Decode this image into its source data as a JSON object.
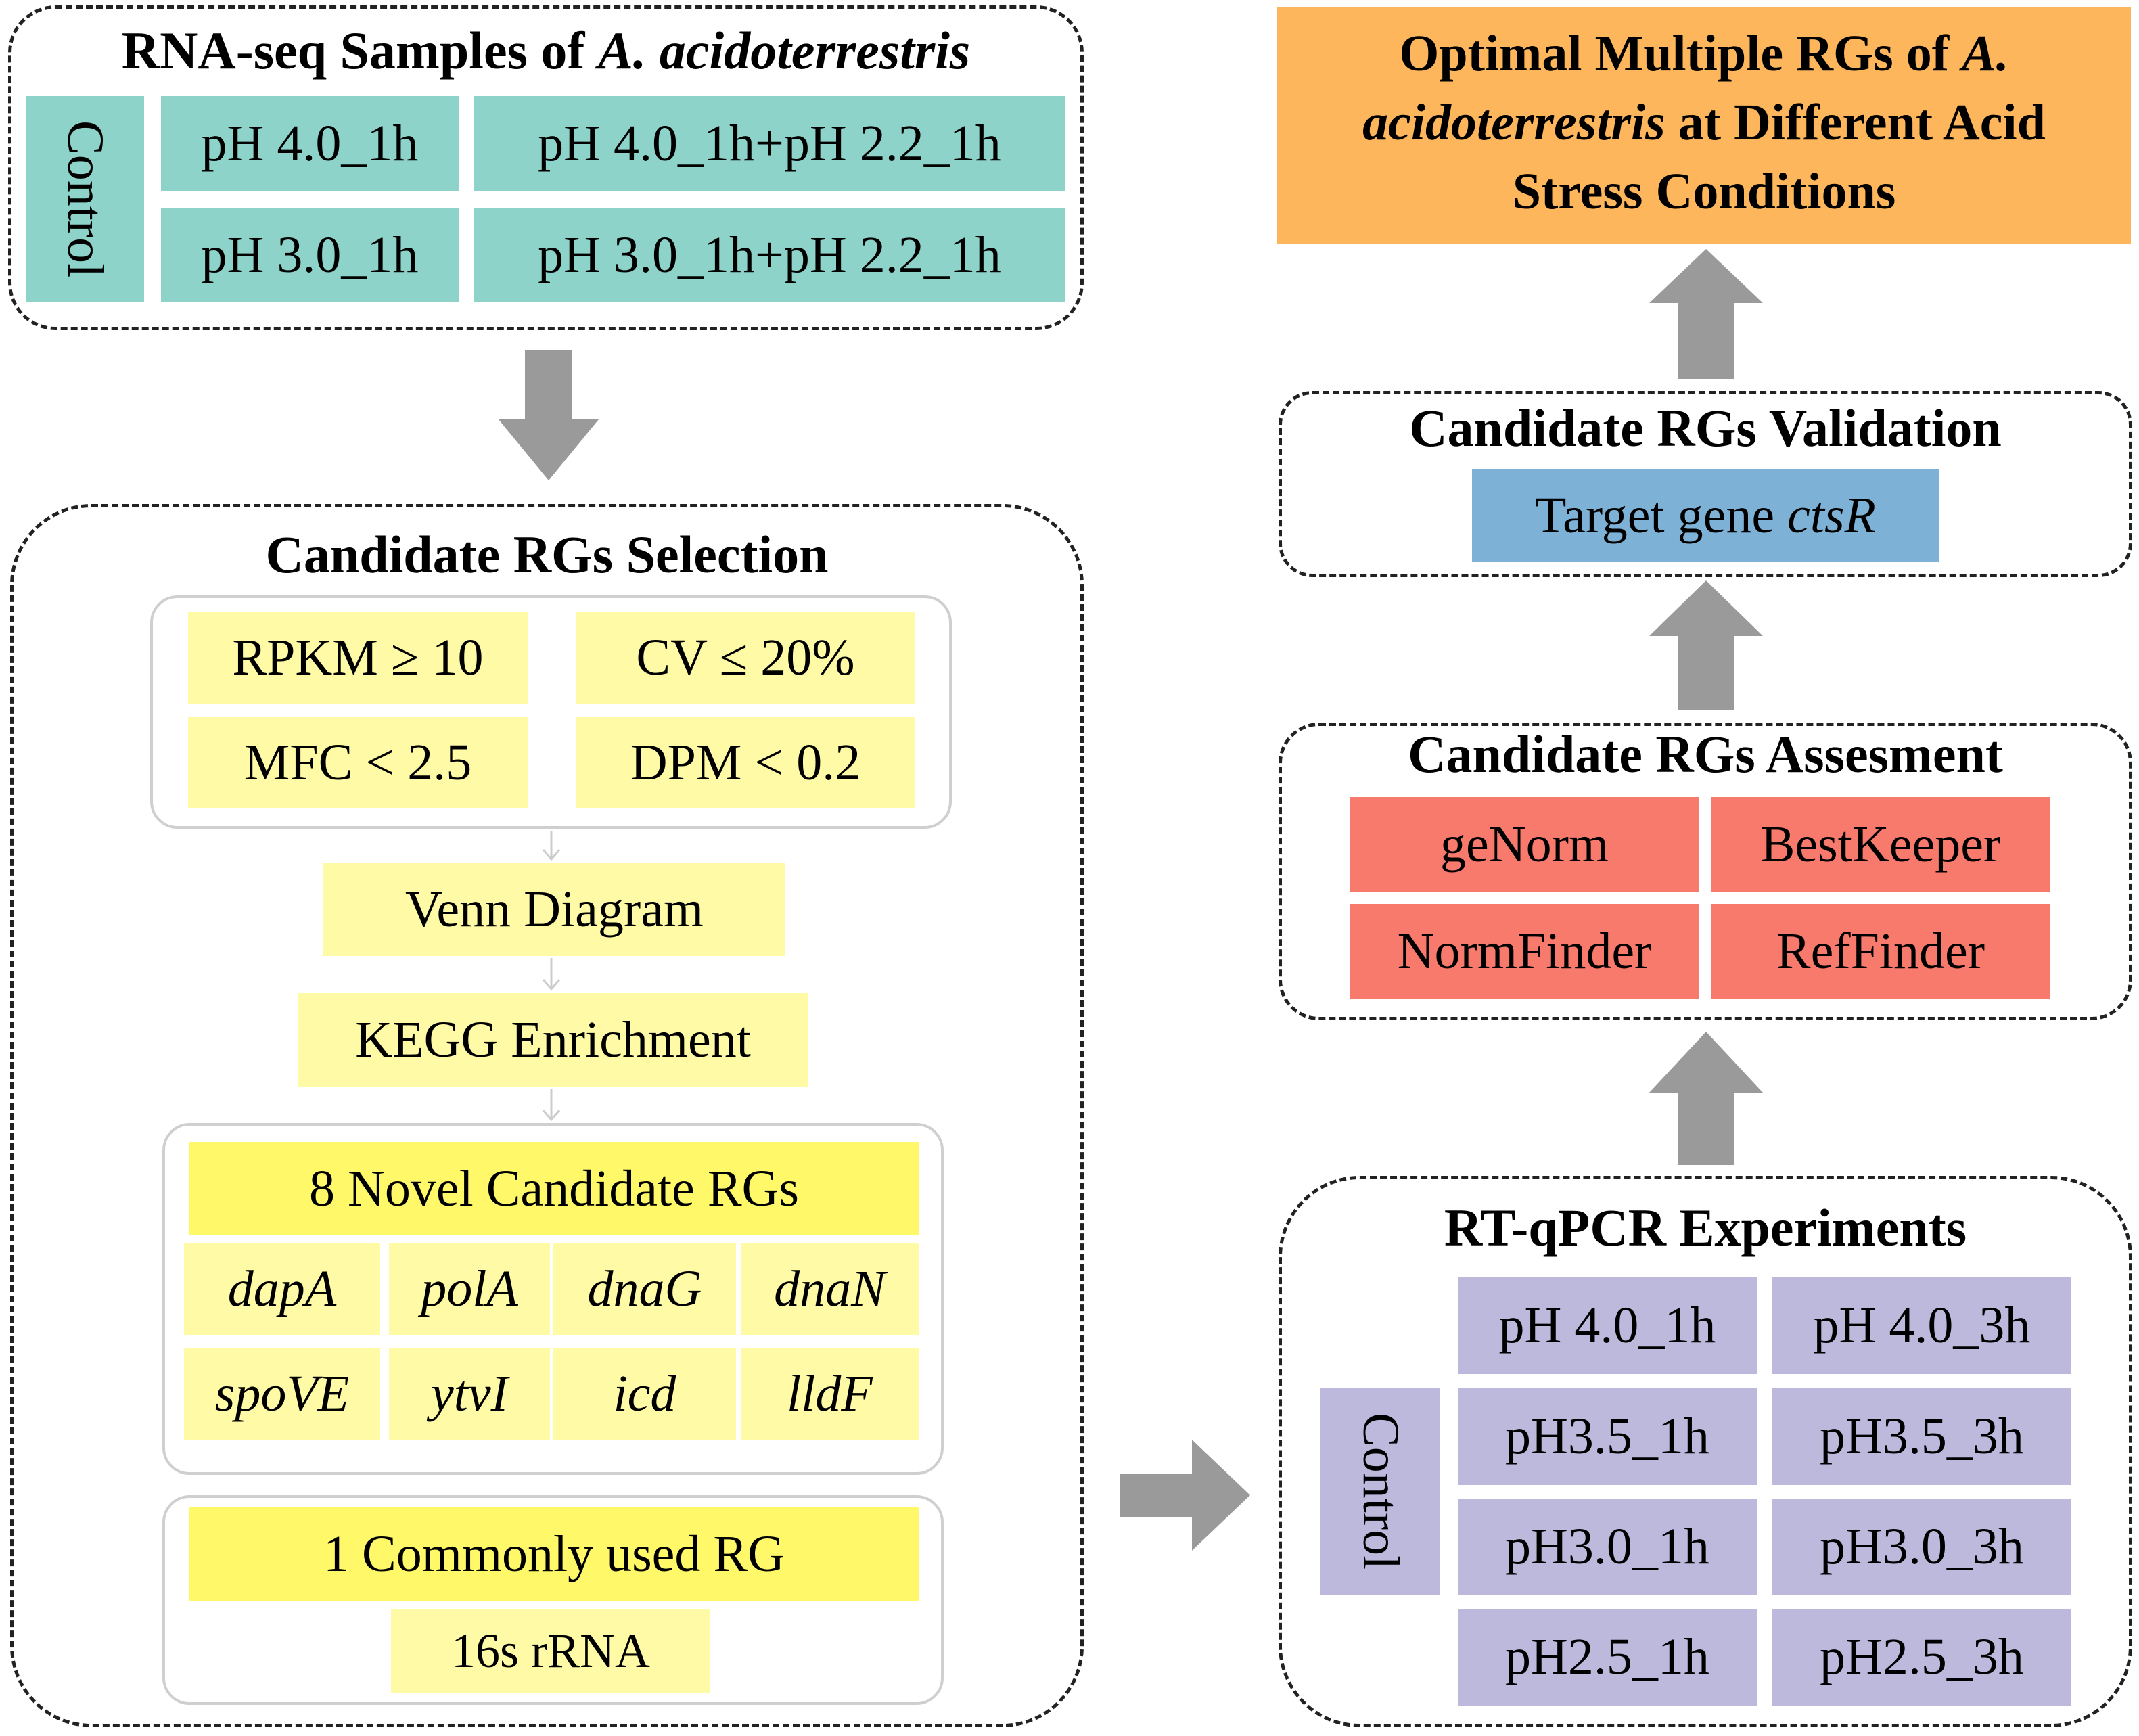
{
  "rnaseq": {
    "title_main": "RNA-seq Samples of ",
    "title_species": "A. acidoterrestris",
    "control": "Control",
    "samples": [
      "pH 4.0_1h",
      "pH 4.0_1h+pH 2.2_1h",
      "pH 3.0_1h",
      "pH 3.0_1h+pH 2.2_1h"
    ]
  },
  "selection": {
    "title": "Candidate RGs Selection",
    "criteria": [
      "RPKM ≥ 10",
      "CV ≤ 20%",
      "MFC < 2.5",
      "DPM < 0.2"
    ],
    "venn": "Venn Diagram",
    "kegg": "KEGG Enrichment",
    "novel_title": "8 Novel Candidate RGs",
    "novel_genes": [
      "dapA",
      "polA",
      "dnaG",
      "dnaN",
      "spoVE",
      "ytvI",
      "icd",
      "lldF"
    ],
    "common_title": "1 Commonly used RG",
    "common_gene": "16s rRNA"
  },
  "optimal": {
    "line1_a": "Optimal Multiple RGs of ",
    "line1_b": "A.",
    "line2_a": "acidoterrestris",
    "line2_b": " at Different Acid",
    "line3": "Stress Conditions"
  },
  "validation": {
    "title": "Candidate RGs Validation",
    "target_prefix": "Target gene ",
    "target_gene": "ctsR"
  },
  "assessment": {
    "title": "Candidate RGs Assesment",
    "methods": [
      "geNorm",
      "BestKeeper",
      "NormFinder",
      "RefFinder"
    ]
  },
  "rtqpcr": {
    "title": "RT-qPCR Experiments",
    "control": "Control",
    "conditions": [
      "pH 4.0_1h",
      "pH 4.0_3h",
      "pH3.5_1h",
      "pH3.5_3h",
      "pH3.0_1h",
      "pH3.0_3h",
      "pH2.5_1h",
      "pH2.5_3h"
    ]
  },
  "colors": {
    "teal": "#8ed3c9",
    "light_yellow": "#fffaa5",
    "bright_yellow": "#fff869",
    "red": "#f87a6d",
    "purple": "#bcb9dc",
    "blue": "#7eb1d6",
    "orange": "#fdb65c",
    "arrow_gray": "#9a9a9a"
  }
}
